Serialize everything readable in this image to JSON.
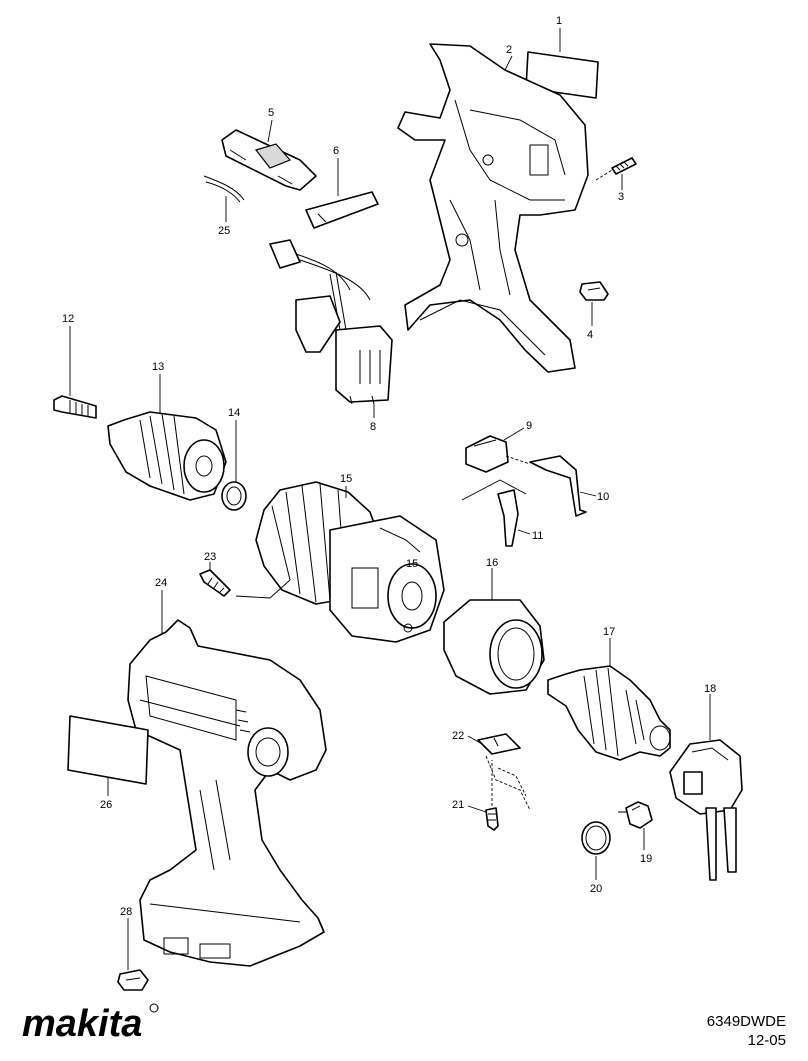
{
  "brand": {
    "name": "makita"
  },
  "document": {
    "model": "6349DWDE",
    "date": "12-05"
  },
  "callouts": {
    "p1": "1",
    "p2": "2",
    "p3": "3",
    "p4": "4",
    "p5": "5",
    "p6": "6",
    "p8": "8",
    "p9": "9",
    "p10": "10",
    "p11": "11",
    "p12": "12",
    "p13": "13",
    "p14": "14",
    "p15": "15",
    "p16": "16",
    "p17": "17",
    "p18": "18",
    "p19": "19",
    "p20": "20",
    "p21": "21",
    "p22": "22",
    "p23": "23",
    "p24": "24",
    "p25": "25",
    "p26": "26",
    "p28": "28"
  }
}
